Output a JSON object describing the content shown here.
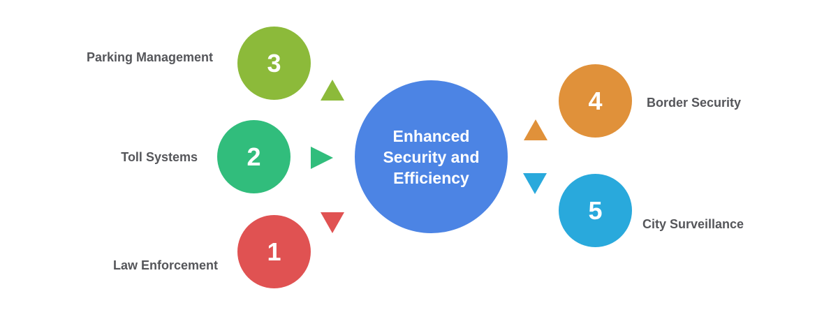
{
  "diagram": {
    "type": "hub-and-spoke",
    "background": "#FFFFFF",
    "label_text_color": "#55565A",
    "number_text_color": "#FFFFFF",
    "center": {
      "label": "Enhanced Security and Efficiency",
      "color": "#4C84E4"
    },
    "items": [
      {
        "number": "1",
        "label": "Law Enforcement",
        "color": "#E05252",
        "arrow": "down",
        "side": "left"
      },
      {
        "number": "2",
        "label": "Toll Systems",
        "color": "#31BD7C",
        "arrow": "right",
        "side": "left"
      },
      {
        "number": "3",
        "label": "Parking Management",
        "color": "#8CBA3A",
        "arrow": "up",
        "side": "left"
      },
      {
        "number": "4",
        "label": "Border Security",
        "color": "#E0913A",
        "arrow": "up",
        "side": "right"
      },
      {
        "number": "5",
        "label": "City Surveillance",
        "color": "#29A9DC",
        "arrow": "down",
        "side": "right"
      }
    ]
  }
}
